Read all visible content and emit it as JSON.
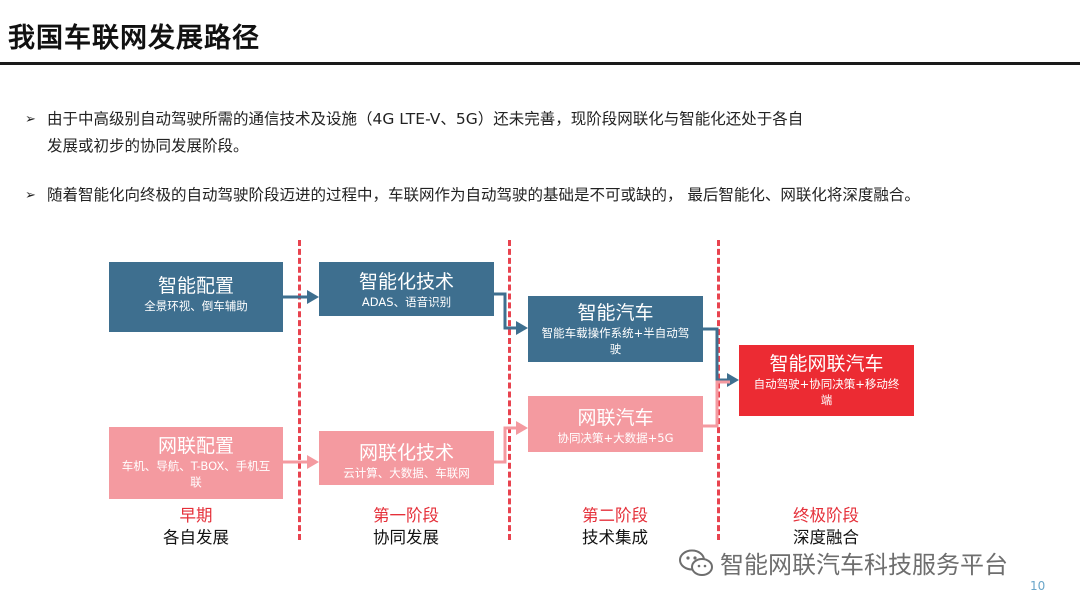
{
  "title": "我国车联网发展路径",
  "bullets": [
    "由于中高级别自动驾驶所需的通信技术及设施（4G LTE-V、5G）还未完善，现阶段网联化与智能化还处于各自发展或初步的协同发展阶段。",
    "随着智能化向终极的自动驾驶阶段迈进的过程中，车联网作为自动驾驶的基础是不可或缺的， 最后智能化、网联化将深度融合。"
  ],
  "bullet_marker": "➢",
  "boxes": {
    "b1": {
      "title": "智能配置",
      "sub": "全景环视、倒车辅助"
    },
    "b2": {
      "title": "智能化技术",
      "sub": "ADAS、语音识别"
    },
    "b3": {
      "title": "智能汽车",
      "sub": "智能车载操作系统+半自动驾驶"
    },
    "p1": {
      "title": "网联配置",
      "sub": "车机、导航、T-BOX、手机互联"
    },
    "p2": {
      "title": "网联化技术",
      "sub": "云计算、大数据、车联网"
    },
    "p3": {
      "title": "网联汽车",
      "sub": "协同决策+大数据+5G"
    },
    "r1": {
      "title": "智能网联汽车",
      "sub": "自动驾驶+协同决策+移动终端"
    }
  },
  "stages": [
    {
      "name": "早期",
      "desc": "各自发展"
    },
    {
      "name": "第一阶段",
      "desc": "协同发展"
    },
    {
      "name": "第二阶段",
      "desc": "技术集成"
    },
    {
      "name": "终极阶段",
      "desc": "深度融合"
    }
  ],
  "watermark": "智能网联汽车科技服务平台",
  "page_number": "10",
  "colors": {
    "intelligent": "#3e6f8f",
    "connected": "#f49aa0",
    "fusion": "#ec2b33",
    "stage_label": "#e5303a",
    "divider": "#e8434f"
  }
}
